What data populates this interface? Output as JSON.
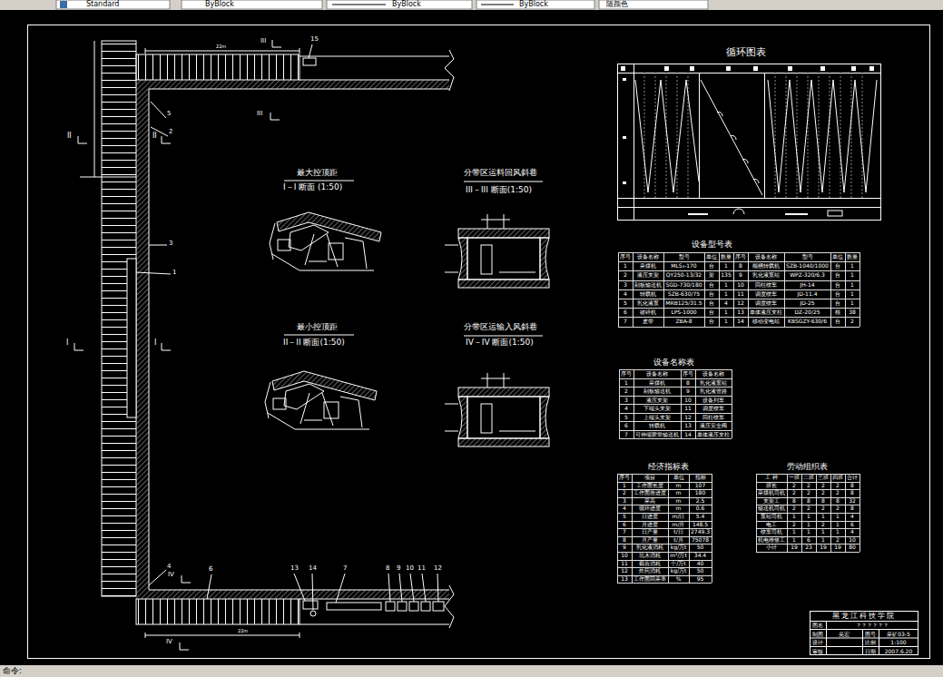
{
  "diagram": {
    "nodes": [
      {
        "text": [
          "黑龙江科技学院"
        ]
      }
    ],
    "labels": [
      "Standard",
      "ByBlock",
      "ByBlock",
      "ByBlock",
      "随颜色",
      "15",
      "5",
      "2",
      "II",
      "II",
      "3",
      "1",
      "I",
      "I",
      "4",
      "6",
      "13",
      "14",
      "7",
      "8",
      "9",
      "10",
      "11",
      "12",
      "III",
      "III",
      "IV",
      "IV",
      "22m",
      "22m",
      "最大控顶距",
      "I－I 断面 (1:50)",
      "最小控顶距",
      "II－II 断面(1:50)",
      "分带区运料回风斜巷",
      "III－III 断面(1:50)",
      "分带区运输入风斜巷",
      "IV－IV 断面(1:50)",
      "循环图表",
      "设备型号表",
      "设备名称表",
      "经济指标表",
      "劳动组织表",
      "命令:",
      "序号",
      "设备名称",
      "型号",
      "单位",
      "数量",
      "序号",
      "设备名称",
      "型号",
      "单位",
      "数量",
      "1",
      "采煤机",
      "MLS₃-170",
      "台",
      "1",
      "8",
      "顺槽转载机",
      "SZB-1040/1000",
      "台",
      "1",
      "2",
      "液压支架",
      "QY250-13/32",
      "架",
      "135",
      "9",
      "乳化液泵站",
      "WPZ-320/6.3",
      "台",
      "1",
      "3",
      "刮板输送机",
      "SGD-730/180",
      "台",
      "1",
      "10",
      "回柱绞车",
      "JH-14",
      "台",
      "1",
      "4",
      "转载机",
      "SZB-630/75",
      "台",
      "1",
      "11",
      "调度绞车",
      "JD-11.4",
      "台",
      "1",
      "5",
      "乳化液泵",
      "MRB125/31.5",
      "台",
      "4",
      "12",
      "调度绞车",
      "JD-25",
      "台",
      "1",
      "6",
      "破碎机",
      "LPS-1000",
      "台",
      "1",
      "13",
      "单体液压支柱",
      "DZ-20/25",
      "根",
      "38",
      "7",
      "皮带",
      "ZBA-8",
      "台",
      "1",
      "14",
      "移动变电站",
      "KBSGZY-630/6",
      "台",
      "2",
      "序号",
      "设备名称",
      "序号",
      "设备名称",
      "1",
      "采煤机",
      "8",
      "乳化液泵站",
      "2",
      "刮板输送机",
      "9",
      "乳化液管路",
      "3",
      "液压支架",
      "10",
      "设备列车",
      "4",
      "下端头支架",
      "11",
      "调度绞车",
      "5",
      "上端头支架",
      "12",
      "回柱绞车",
      "6",
      "转载机",
      "13",
      "液压安全阀",
      "7",
      "可伸缩胶带输送机",
      "14",
      "单体液压支柱",
      "序号",
      "项目",
      "单位",
      "指标",
      "1",
      "工作面长度",
      "m",
      "107",
      "2",
      "工作面推进度",
      "m",
      "180",
      "3",
      "采高",
      "m",
      "2.5",
      "4",
      "循环进度",
      "m",
      "0.6",
      "5",
      "日进度",
      "m/日",
      "5.4",
      "6",
      "月进度",
      "m/月",
      "148.5",
      "7",
      "日产量",
      "t/日",
      "2749.3",
      "8",
      "月产量",
      "t/月",
      "75078",
      "9",
      "乳化液消耗",
      "kg/万t",
      "50",
      "10",
      "坑木消耗",
      "m³/万t",
      "34.4",
      "11",
      "截齿消耗",
      "个/万t",
      "40",
      "12",
      "炸药消耗",
      "kg/万t",
      "50",
      "13",
      "工作面回采率",
      "%",
      "95",
      "工 种",
      "一班",
      "二班",
      "三班",
      "四班",
      "合计",
      "班长",
      "2",
      "2",
      "2",
      "2",
      "8",
      "采煤机司机",
      "2",
      "2",
      "2",
      "2",
      "8",
      "支架工",
      "8",
      "8",
      "8",
      "8",
      "32",
      "输送机司机",
      "2",
      "2",
      "2",
      "2",
      "8",
      "泵站司机",
      "1",
      "1",
      "1",
      "1",
      "4",
      "电工",
      "2",
      "1",
      "2",
      "1",
      "6",
      "绞车司机",
      "1",
      "1",
      "1",
      "1",
      "4",
      "机电维修工",
      "1",
      "6",
      "1",
      "2",
      "10",
      "小计",
      "19",
      "23",
      "19",
      "19",
      "80",
      "图名",
      "？？？？？？",
      "制图",
      "吴宏",
      "图号",
      "采矿03-5",
      "设计",
      "比例",
      "1:100",
      "审核",
      "日期",
      "2007.6.20"
    ]
  }
}
